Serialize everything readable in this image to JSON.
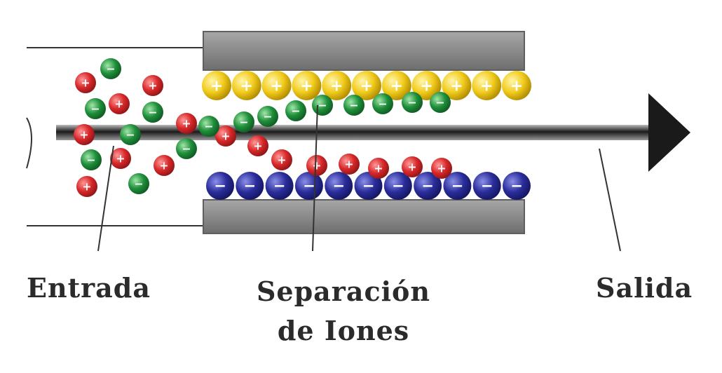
{
  "labels": {
    "inlet": "Entrada",
    "separation": "Separación de Iones",
    "outlet": "Salida"
  },
  "symbols": {
    "positive": "+",
    "negative": "−"
  },
  "colors": {
    "electrode": "#8a8a8a",
    "electrode_edge": "#5f5f5f",
    "positive_ion": "#d8282a",
    "negative_ion": "#1f8f3a",
    "yellow_layer": "#f2cc1c",
    "blue_layer": "#2a2d9a",
    "arrow": "#1a1a1a",
    "leader_line": "#333333",
    "label_text": "#2b2b2b"
  },
  "icons": {
    "flow": "arrow-right-icon",
    "positive_ion": "plus-ion-icon",
    "negative_ion": "minus-ion-icon"
  }
}
